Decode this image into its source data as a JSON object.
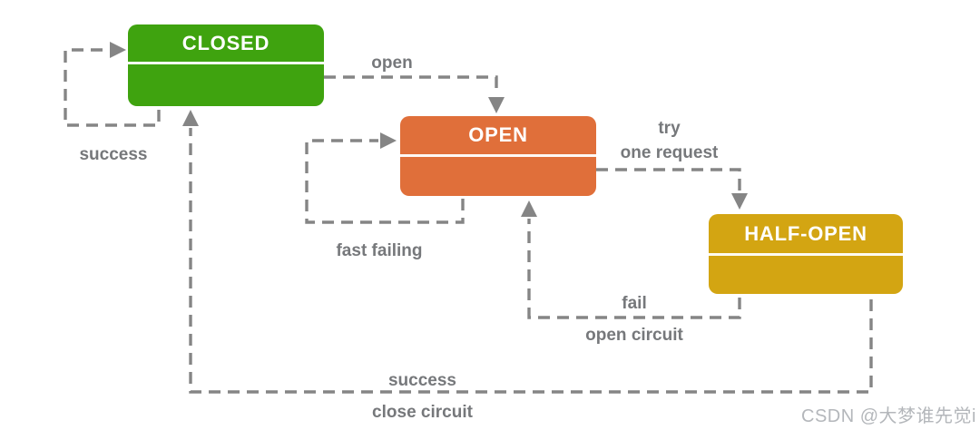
{
  "diagram": {
    "name": "circuit-breaker-state-diagram",
    "states": [
      {
        "id": "closed",
        "label": "CLOSED",
        "color": "#3fa30f"
      },
      {
        "id": "open",
        "label": "OPEN",
        "color": "#e06f3a"
      },
      {
        "id": "half-open",
        "label": "HALF-OPEN",
        "color": "#d3a512"
      }
    ],
    "transitions": [
      {
        "from": "closed",
        "to": "closed",
        "label_lines": [
          "success"
        ]
      },
      {
        "from": "closed",
        "to": "open",
        "label_lines": [
          "open"
        ]
      },
      {
        "from": "open",
        "to": "open",
        "label_lines": [
          "fast failing"
        ]
      },
      {
        "from": "open",
        "to": "half-open",
        "label_lines": [
          "try",
          "one request"
        ]
      },
      {
        "from": "half-open",
        "to": "open",
        "label_lines": [
          "fail",
          "open circuit"
        ]
      },
      {
        "from": "half-open",
        "to": "closed",
        "label_lines": [
          "success",
          "close circuit"
        ]
      }
    ],
    "colors": {
      "line": "#858585",
      "label_text": "#76787b",
      "state_text": "#ffffff",
      "background": "#ffffff"
    }
  },
  "watermark": {
    "text": "CSDN @大梦谁先觉i",
    "color": "#b4b7bb"
  }
}
